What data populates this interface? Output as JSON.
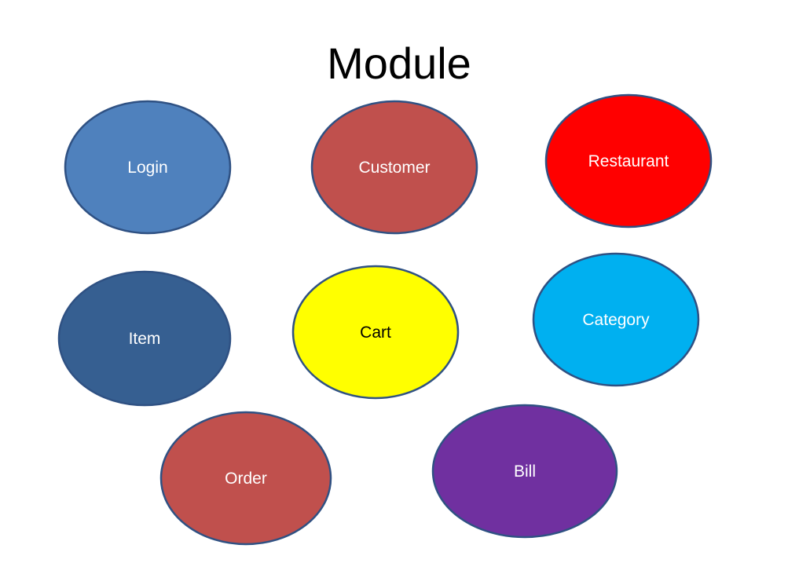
{
  "title": "Module",
  "colors": {
    "background": "#ffffff",
    "title": "#000000",
    "outline": "#2f5183"
  },
  "nodes": [
    {
      "id": "login",
      "label": "Login",
      "fill": "#4f81bd",
      "text_color": "#ffffff"
    },
    {
      "id": "customer",
      "label": "Customer",
      "fill": "#c0504d",
      "text_color": "#ffffff"
    },
    {
      "id": "restaurant",
      "label": "Restaurant",
      "fill": "#ff0000",
      "text_color": "#ffffff"
    },
    {
      "id": "item",
      "label": "Item",
      "fill": "#365f91",
      "text_color": "#ffffff"
    },
    {
      "id": "cart",
      "label": "Cart",
      "fill": "#ffff00",
      "text_color": "#000000"
    },
    {
      "id": "category",
      "label": "Category",
      "fill": "#00b0f0",
      "text_color": "#ffffff"
    },
    {
      "id": "order",
      "label": "Order",
      "fill": "#c0504d",
      "text_color": "#ffffff"
    },
    {
      "id": "bill",
      "label": "Bill",
      "fill": "#7030a0",
      "text_color": "#ffffff"
    }
  ]
}
